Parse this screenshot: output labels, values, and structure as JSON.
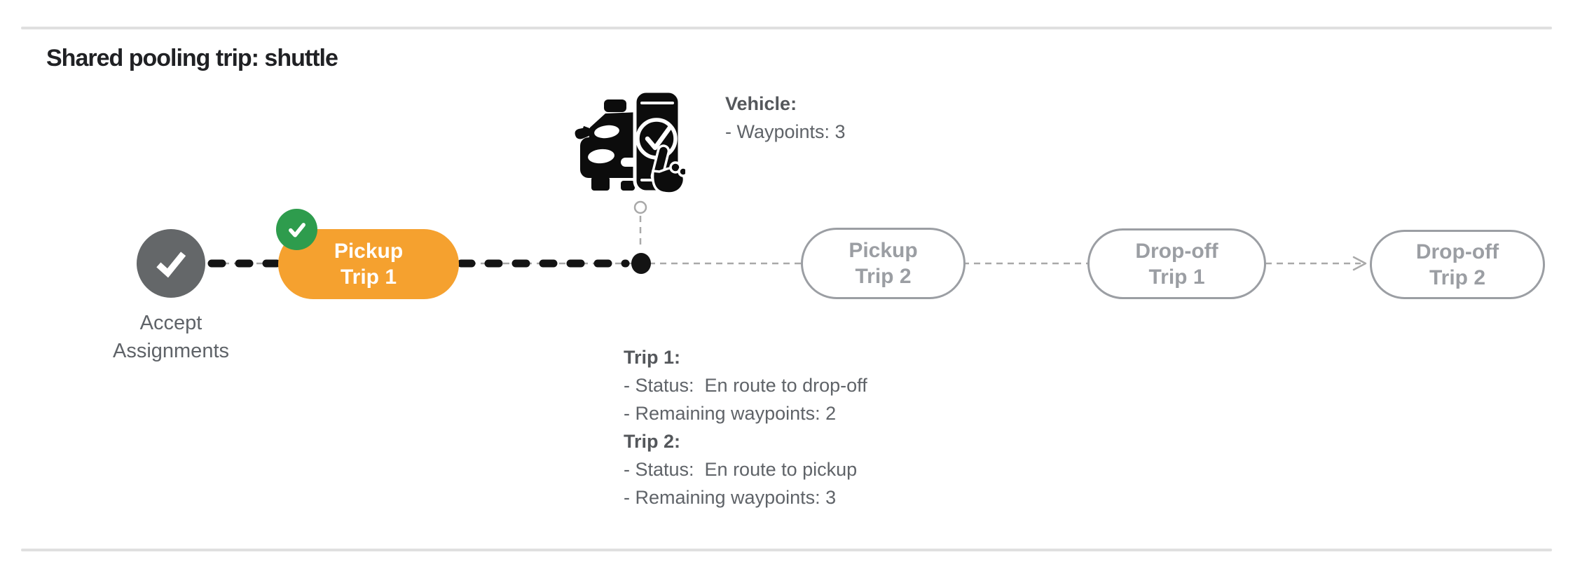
{
  "title": "Shared pooling trip: shuttle",
  "colors": {
    "accent_orange": "#F5A12F",
    "success_green": "#2E9C4D",
    "done_gray": "#646769",
    "pending_gray": "#9B9EA3",
    "text_gray": "#5F6368",
    "connector_black": "#141414",
    "connector_gray": "#A9A9A9",
    "rule_gray": "#E0E0E0"
  },
  "icons": {
    "accept_check": "check-icon",
    "pickup_done_badge": "check-badge-icon",
    "vehicle": "autonomous-car-phone-confirm-icon",
    "current_position": "current-position-dot",
    "vehicle_anchor": "vehicle-anchor-circle",
    "flow_arrow": "arrow-right-icon"
  },
  "timeline": {
    "start_label_line1": "Accept",
    "start_label_line2": "Assignments",
    "nodes": [
      {
        "line1": "Pickup",
        "line2": "Trip 1",
        "state": "active"
      },
      {
        "line1": "Pickup",
        "line2": "Trip 2",
        "state": "pending"
      },
      {
        "line1": "Drop-off",
        "line2": "Trip 1",
        "state": "pending"
      },
      {
        "line1": "Drop-off",
        "line2": "Trip 2",
        "state": "pending"
      }
    ]
  },
  "vehicle_info": {
    "heading": "Vehicle:",
    "waypoints_line": "- Waypoints: 3"
  },
  "trip_info": {
    "trip1_heading": "Trip 1:",
    "trip1_status": "- Status:  En route to drop-off",
    "trip1_waypoints": "- Remaining waypoints: 2",
    "trip2_heading": "Trip 2:",
    "trip2_status": "- Status:  En route to pickup",
    "trip2_waypoints": "- Remaining waypoints: 3"
  }
}
